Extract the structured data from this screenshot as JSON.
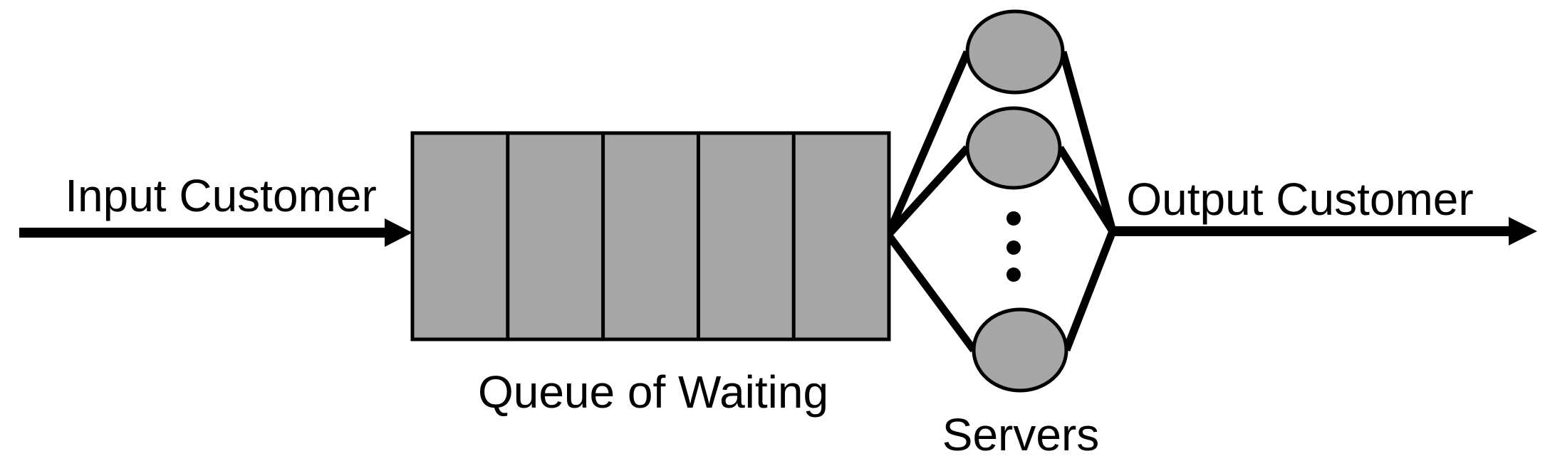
{
  "diagram_type": "queueing-system-diagram",
  "labels": {
    "input": "Input Customer",
    "output": "Output Customer",
    "queue": "Queue of Waiting",
    "servers": "Servers"
  },
  "queue": {
    "cell_count": 5
  },
  "servers": {
    "visible_node_count": 3,
    "has_more_indicator": true,
    "more_indicator_dots": 3
  },
  "colors": {
    "shape_fill": "#a6a6a6",
    "outline": "#000000",
    "background": "#ffffff"
  }
}
